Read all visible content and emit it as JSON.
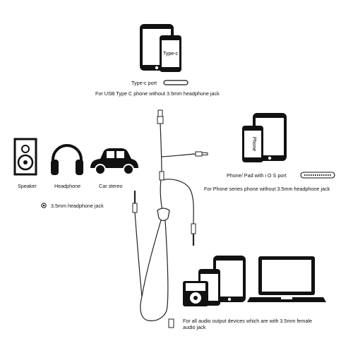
{
  "typec": {
    "screen_label": "Type-c",
    "port_label": "Type-c port",
    "caption": "For USB Type C phone without 3.5mm headphone jack"
  },
  "lightning": {
    "screen_label": "Phone",
    "port_label": "Phone/ Pad with i O S port",
    "caption": "For  Phone series phone without 3.5mm headphone jack"
  },
  "devices": {
    "speaker": "Speaker",
    "headphone": "Headphone",
    "car": "Car stereo"
  },
  "jack_label": "3.5mm headphone jack",
  "female_caption": "For all audio output devices which are with 3.5mm female audio jack"
}
